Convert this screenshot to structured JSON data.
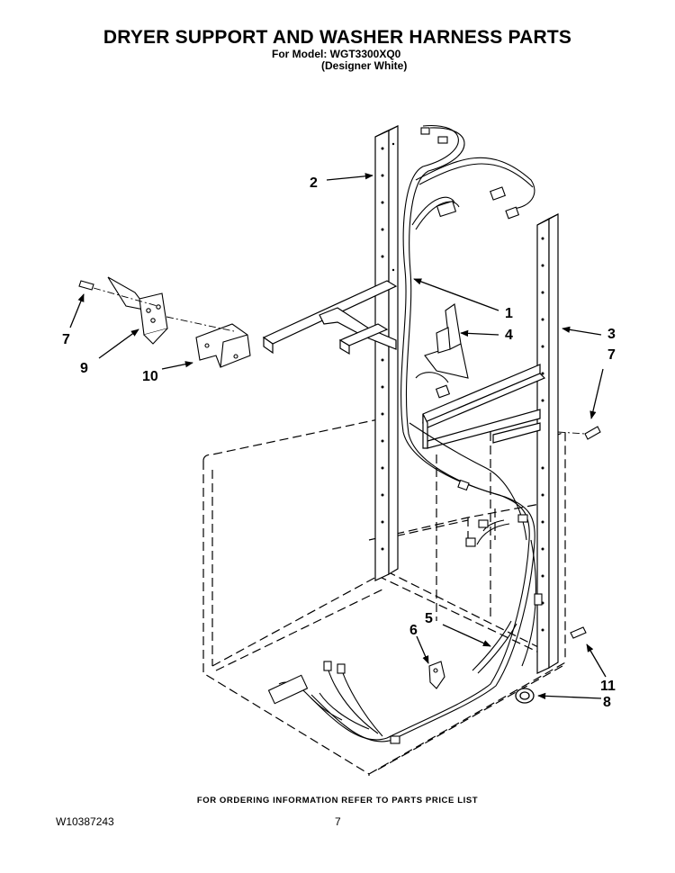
{
  "header": {
    "title": "DRYER SUPPORT AND WASHER HARNESS PARTS",
    "model_line": "For Model: WGT3300XQ0",
    "color_line": "(Designer White)"
  },
  "callouts": [
    {
      "id": "c2",
      "label": "2"
    },
    {
      "id": "c1",
      "label": "1"
    },
    {
      "id": "c4",
      "label": "4"
    },
    {
      "id": "c3",
      "label": "3"
    },
    {
      "id": "c7a",
      "label": "7"
    },
    {
      "id": "c7b",
      "label": "7"
    },
    {
      "id": "c9",
      "label": "9"
    },
    {
      "id": "c10",
      "label": "10"
    },
    {
      "id": "c5",
      "label": "5"
    },
    {
      "id": "c6",
      "label": "6"
    },
    {
      "id": "c11",
      "label": "11"
    },
    {
      "id": "c8",
      "label": "8"
    }
  ],
  "footer": {
    "ordering_note": "FOR ORDERING INFORMATION REFER TO PARTS PRICE LIST",
    "doc_number": "W10387243",
    "page_number": "7"
  }
}
